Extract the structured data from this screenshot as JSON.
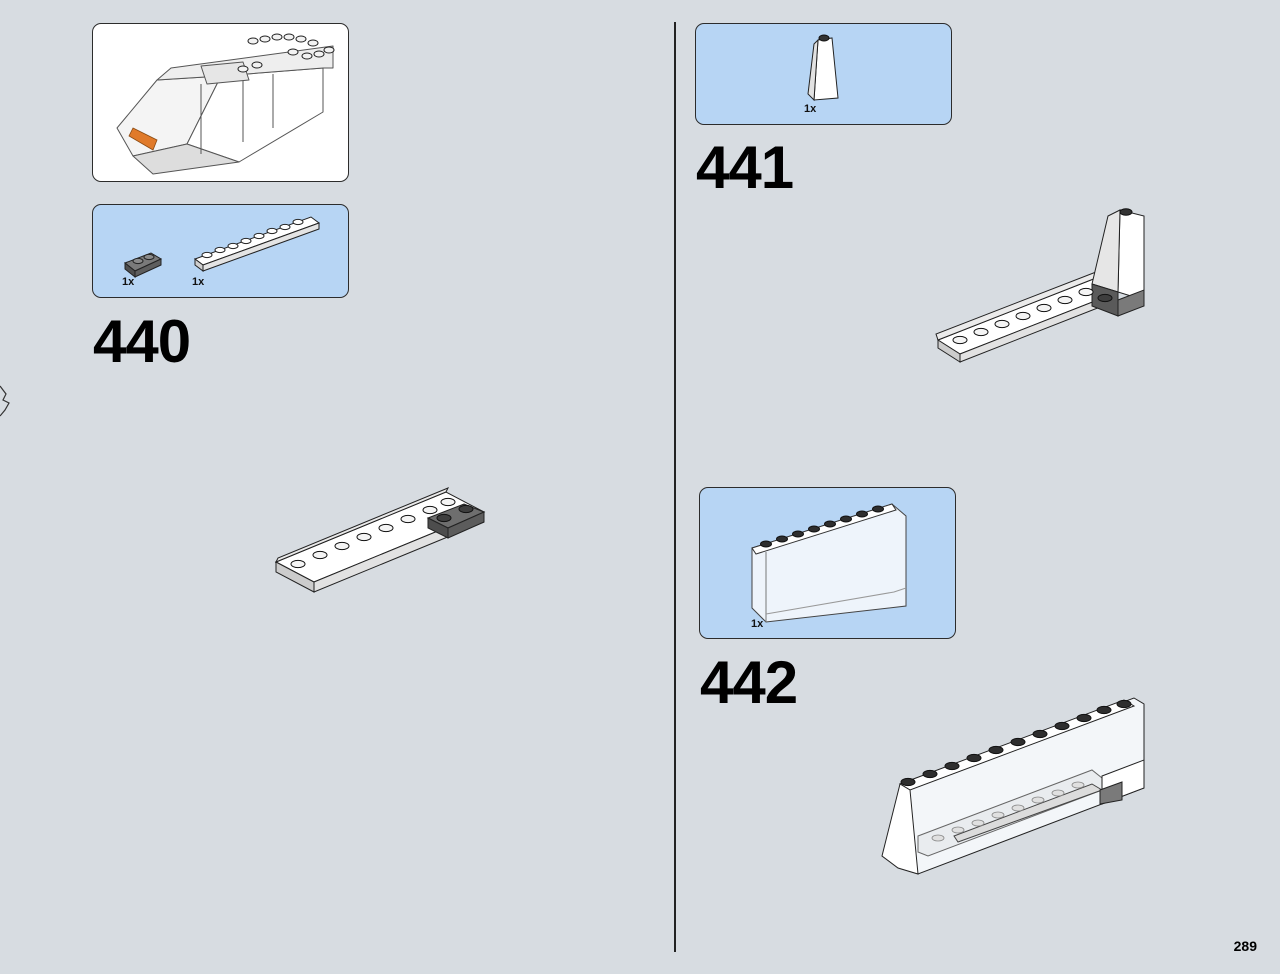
{
  "page_number": "289",
  "colors": {
    "page_background": "#d7dce1",
    "parts_callout": "#b7d5f4",
    "highlight_part": "#e07a2a"
  },
  "steps": [
    {
      "number": "440",
      "parts": [
        {
          "qty": "1x",
          "icon": "dark-gray-plate-1x2-icon"
        },
        {
          "qty": "1x",
          "icon": "white-plate-1x8-with-rail-icon"
        }
      ]
    },
    {
      "number": "441",
      "parts": [
        {
          "qty": "1x",
          "icon": "white-slope-brick-icon"
        }
      ]
    },
    {
      "number": "442",
      "parts": [
        {
          "qty": "1x",
          "icon": "transparent-windscreen-1x8-icon"
        }
      ]
    }
  ]
}
